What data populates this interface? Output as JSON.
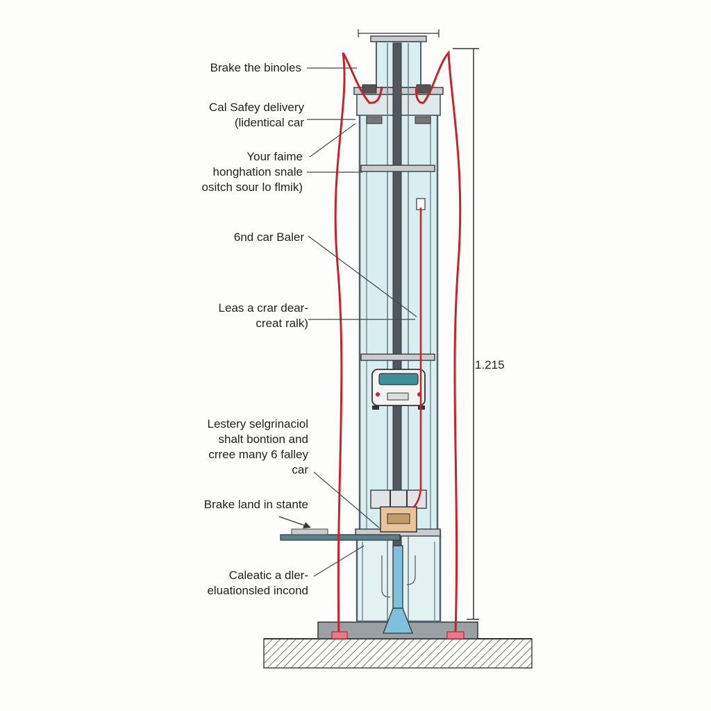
{
  "labels": {
    "brake_the_bindles": [
      "Brake the binoles"
    ],
    "safety_delivery": [
      "Cal Safey delivery",
      "(lidentical car"
    ],
    "your_fame": [
      "Your faime",
      "honghation snale",
      "ositch sour lo flmik)"
    ],
    "second_car_baler": [
      "6nd car Baler"
    ],
    "leas_a_crar": [
      "Leas a crar dear-",
      "creat ralk)"
    ],
    "lestery": [
      "Lestery selgrinaciol",
      "shalt bontion and",
      "crree many 6 falley",
      "car"
    ],
    "brake_land": [
      "Brake land in stante"
    ],
    "caleatic": [
      "Caleatic a dler-",
      "eluationsled incond"
    ]
  },
  "dimension": {
    "height_label": "1.215"
  },
  "colors": {
    "cable_red": "#c8232c",
    "frame_line": "#55606a",
    "glass_fill": "#d8eef0",
    "ground_hatch": "#555555",
    "car_body": "#f4f4f2",
    "car_glass": "#3f8f9a",
    "machine_tan": "#e9c49a"
  }
}
